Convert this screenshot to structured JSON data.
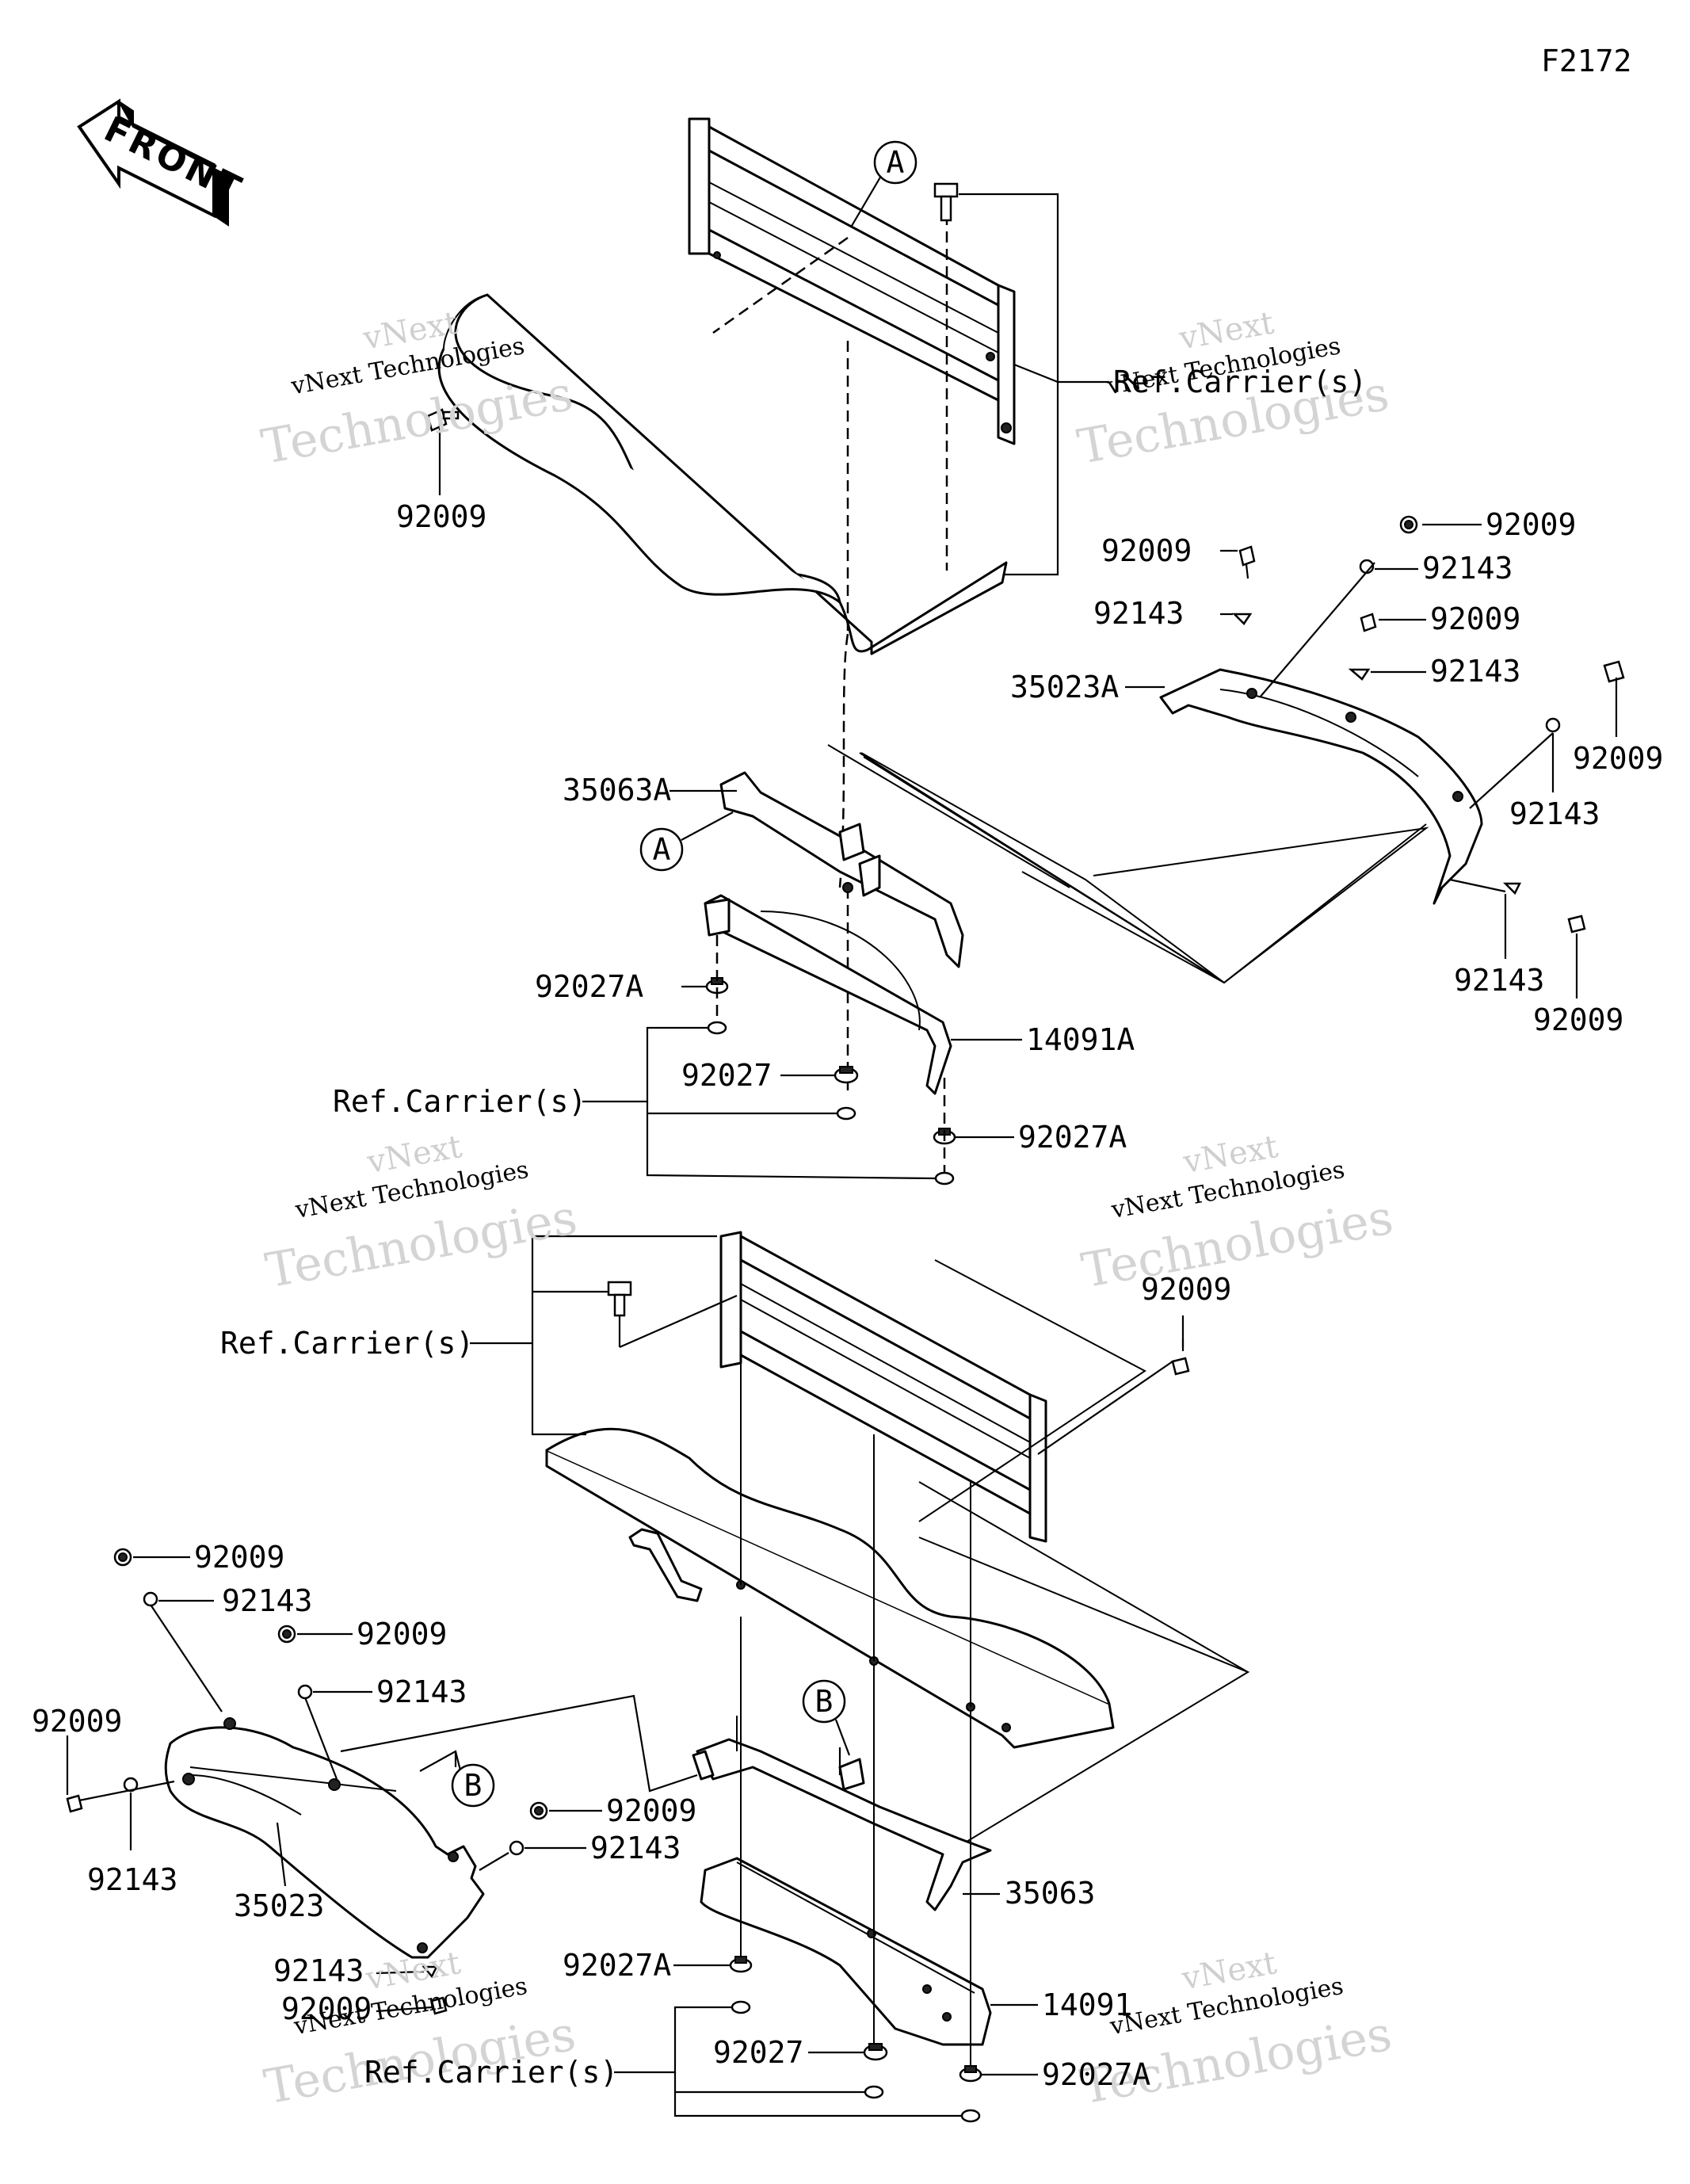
{
  "figure_code": "F2172",
  "front_arrow_text": "FRONT",
  "refs": {
    "a": "A",
    "b": "B"
  },
  "watermark": {
    "line1": "vNext",
    "line2": "vNext Technologies",
    "line3": "Technologies"
  },
  "labels": {
    "l01": "Ref.Carrier(s)",
    "l02": "92009",
    "l03": "92009",
    "l04": "92143",
    "l05": "92009",
    "l06": "92143",
    "l07": "92009",
    "l08": "92143",
    "l09": "35023A",
    "l10": "92009",
    "l11": "92143",
    "l12": "35063A",
    "l13": "92143",
    "l14": "92009",
    "l15": "92027A",
    "l16": "14091A",
    "l17": "92027",
    "l18": "Ref.Carrier(s)",
    "l19": "92027A",
    "l20": "92009",
    "l21": "Ref.Carrier(s)",
    "l22": "92009",
    "l23": "92143",
    "l24": "92009",
    "l25": "92143",
    "l26": "92009",
    "l27": "92143",
    "l28": "92009",
    "l29": "92143",
    "l30": "35023",
    "l31": "35063",
    "l32": "92143",
    "l33": "92009",
    "l34": "92027A",
    "l35": "14091",
    "l36": "92027",
    "l37": "Ref.Carrier(s)",
    "l38": "92027A"
  }
}
